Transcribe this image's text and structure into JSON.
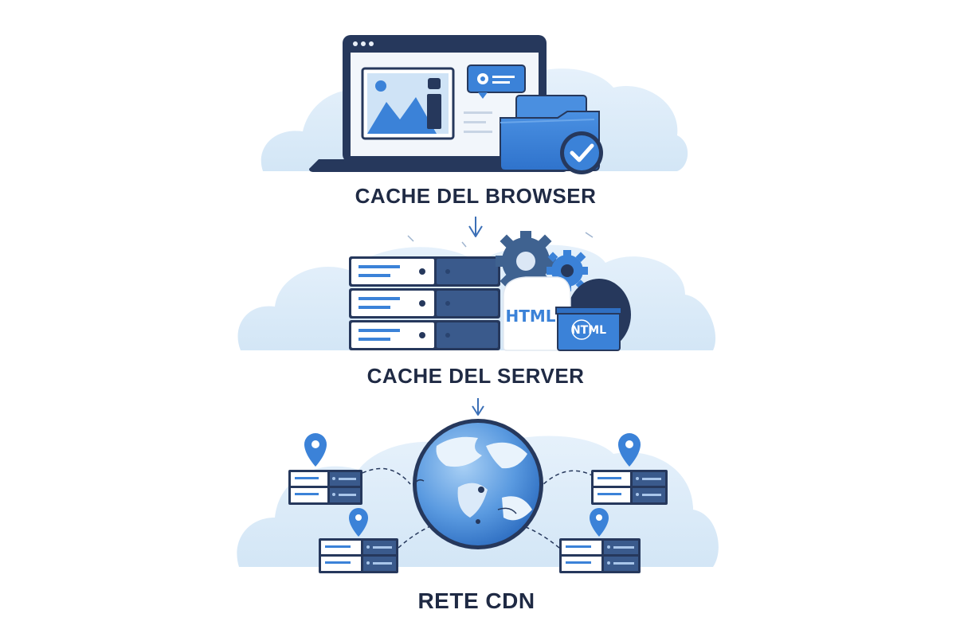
{
  "stages": [
    {
      "id": "browser",
      "label": "CACHE DEL BROWSER"
    },
    {
      "id": "server",
      "label": "CACHE DEL SERVER"
    },
    {
      "id": "cdn",
      "label": "RETE CDN"
    }
  ],
  "server_badges": {
    "html_doc": "HTML",
    "html_box": "NTML"
  },
  "colors": {
    "primary_blue": "#3b82d8",
    "light_blue": "#dbeaf7",
    "navy": "#24375d",
    "text": "#1f2a44"
  }
}
